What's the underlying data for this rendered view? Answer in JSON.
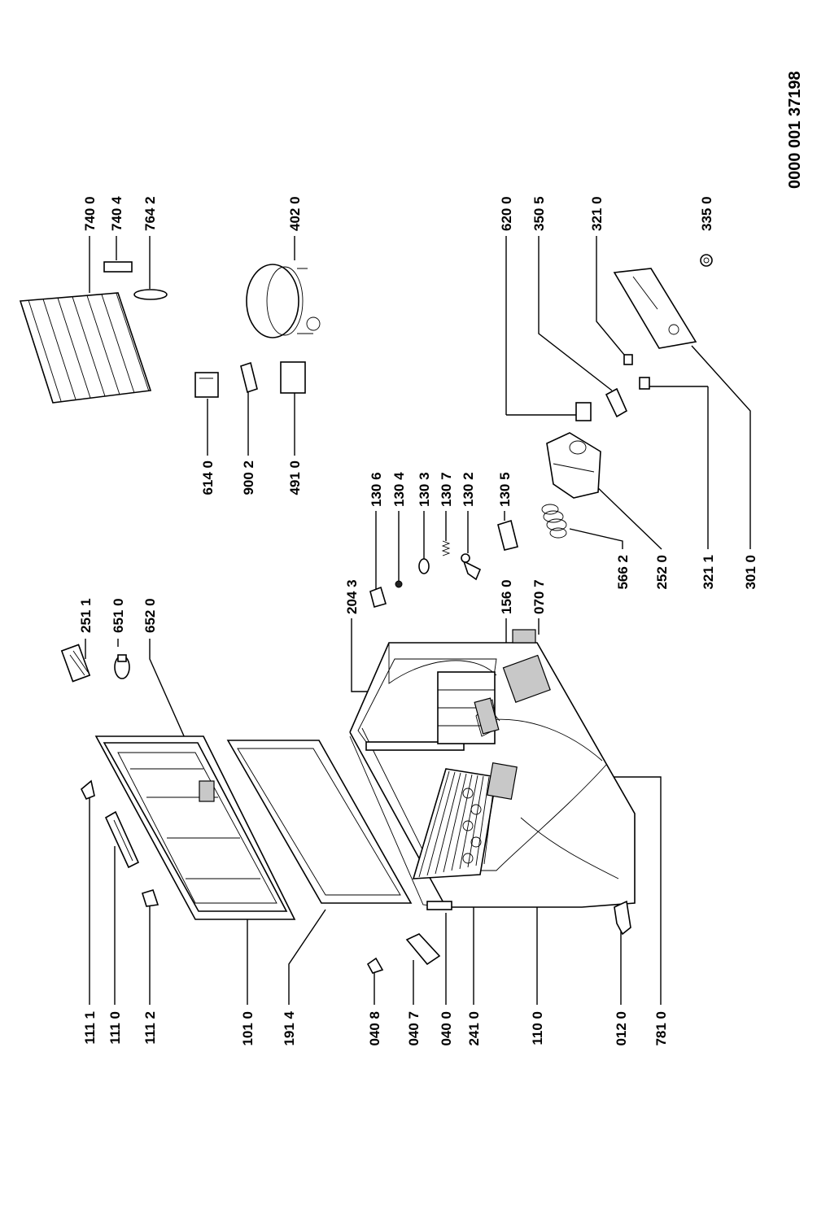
{
  "document_number": "0000 001 37198",
  "parts": [
    {
      "id": "p1111",
      "code": "111 1",
      "icon": "door-hinge-icon"
    },
    {
      "id": "p1110",
      "code": "111 0",
      "icon": "door-handle-icon"
    },
    {
      "id": "p1112",
      "code": "111 2",
      "icon": "door-hinge-icon"
    },
    {
      "id": "p1010",
      "code": "101 0",
      "icon": "door-lid-icon"
    },
    {
      "id": "p1914",
      "code": "191 4",
      "icon": "door-gasket-icon"
    },
    {
      "id": "p0408",
      "code": "040 8",
      "icon": "hinge-clip-icon"
    },
    {
      "id": "p0407",
      "code": "040 7",
      "icon": "hinge-cover-icon"
    },
    {
      "id": "p0400",
      "code": "040 0",
      "icon": "hinge-icon"
    },
    {
      "id": "p2410",
      "code": "241 0",
      "icon": "wire-basket-icon"
    },
    {
      "id": "p1100",
      "code": "110 0",
      "icon": "basket-handle-icon"
    },
    {
      "id": "p0120",
      "code": "012 0",
      "icon": "bracket-icon"
    },
    {
      "id": "p7810",
      "code": "781 0",
      "icon": "label-plate-icon"
    },
    {
      "id": "p2511",
      "code": "251 1",
      "icon": "lamp-cover-icon"
    },
    {
      "id": "p6510",
      "code": "651 0",
      "icon": "light-bulb-icon"
    },
    {
      "id": "p6520",
      "code": "652 0",
      "icon": "lamp-switch-icon"
    },
    {
      "id": "p2043",
      "code": "204 3",
      "icon": "clip-icon"
    },
    {
      "id": "p1560",
      "code": "156 0",
      "icon": "vent-grille-icon"
    },
    {
      "id": "p0707",
      "code": "070 7",
      "icon": "grille-icon"
    },
    {
      "id": "p1306",
      "code": "130 6",
      "icon": "clamp-icon"
    },
    {
      "id": "p1304",
      "code": "130 4",
      "icon": "ball-icon"
    },
    {
      "id": "p1303",
      "code": "130 3",
      "icon": "clip-icon"
    },
    {
      "id": "p1307",
      "code": "130 7",
      "icon": "spring-icon"
    },
    {
      "id": "p1302",
      "code": "130 2",
      "icon": "lever-icon"
    },
    {
      "id": "p1305",
      "code": "130 5",
      "icon": "lock-catch-icon"
    },
    {
      "id": "p5662",
      "code": "566 2",
      "icon": "coil-spring-icon"
    },
    {
      "id": "p2520",
      "code": "252 0",
      "icon": "thermostat-box-icon"
    },
    {
      "id": "p3211",
      "code": "321 1",
      "icon": "indicator-lamp-icon"
    },
    {
      "id": "p3010",
      "code": "301 0",
      "icon": "control-panel-icon"
    },
    {
      "id": "p6200",
      "code": "620 0",
      "icon": "thermostat-icon"
    },
    {
      "id": "p3505",
      "code": "350 5",
      "icon": "sensor-probe-icon"
    },
    {
      "id": "p3210",
      "code": "321 0",
      "icon": "indicator-lamp-icon"
    },
    {
      "id": "p3350",
      "code": "335 0",
      "icon": "control-knob-icon"
    },
    {
      "id": "p6140",
      "code": "614 0",
      "icon": "relay-icon"
    },
    {
      "id": "p9002",
      "code": "900 2",
      "icon": "capacitor-icon"
    },
    {
      "id": "p4910",
      "code": "491 0",
      "icon": "terminal-box-icon"
    },
    {
      "id": "p7400",
      "code": "740 0",
      "icon": "condenser-icon"
    },
    {
      "id": "p7404",
      "code": "740 4",
      "icon": "mounting-bracket-icon"
    },
    {
      "id": "p7642",
      "code": "764 2",
      "icon": "filter-drier-icon"
    },
    {
      "id": "p4020",
      "code": "402 0",
      "icon": "compressor-icon"
    }
  ]
}
